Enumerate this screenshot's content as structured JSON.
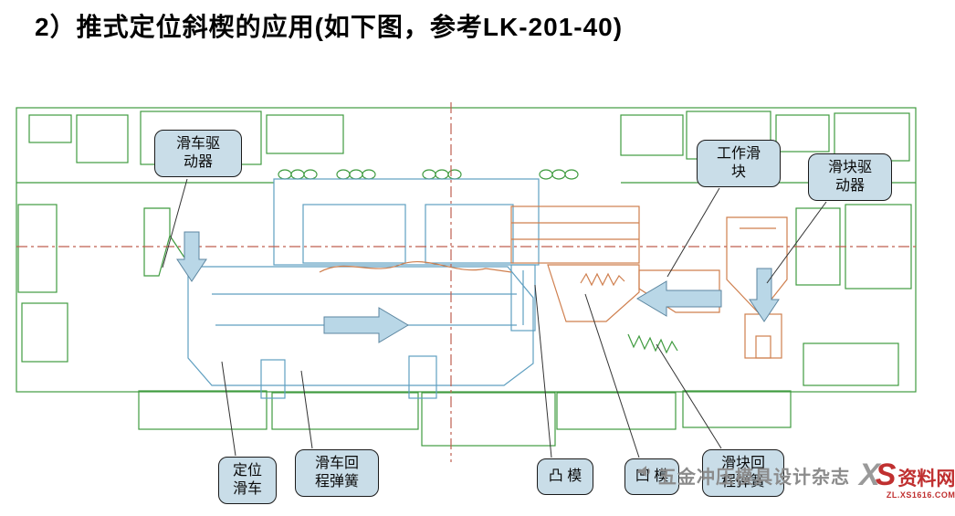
{
  "title": "2）推式定位斜楔的应用(如下图，参考LK-201-40)",
  "callouts": [
    {
      "id": "slide-carriage-driver",
      "text": "滑车驱\n动器"
    },
    {
      "id": "working-slide",
      "text": "工作滑\n块"
    },
    {
      "id": "slide-block-driver",
      "text": "滑块驱\n动器"
    },
    {
      "id": "positioning-carriage",
      "text": "定位\n滑车"
    },
    {
      "id": "carriage-return-spring",
      "text": "滑车回\n程弹簧"
    },
    {
      "id": "punch",
      "text": "凸 模"
    },
    {
      "id": "die",
      "text": "凹 模"
    },
    {
      "id": "slide-return-spring",
      "text": "滑块回\n程弹簧"
    }
  ],
  "watermark": {
    "text": "五金冲压模具设计杂志",
    "logo_x": "X",
    "logo_s": "S",
    "site": "资料网",
    "url": "ZL.XS1616.COM"
  },
  "colors": {
    "outline_green": "#3f9b3f",
    "outline_orange": "#cf7f4e",
    "outline_blue": "#5f9fc0",
    "centerline_red": "#bf5f4f",
    "callout_fill": "#c9dde8",
    "arrow_fill": "#b9d7e7",
    "watermark_gray": "#8b8b8b",
    "logo_red": "#c03030"
  }
}
